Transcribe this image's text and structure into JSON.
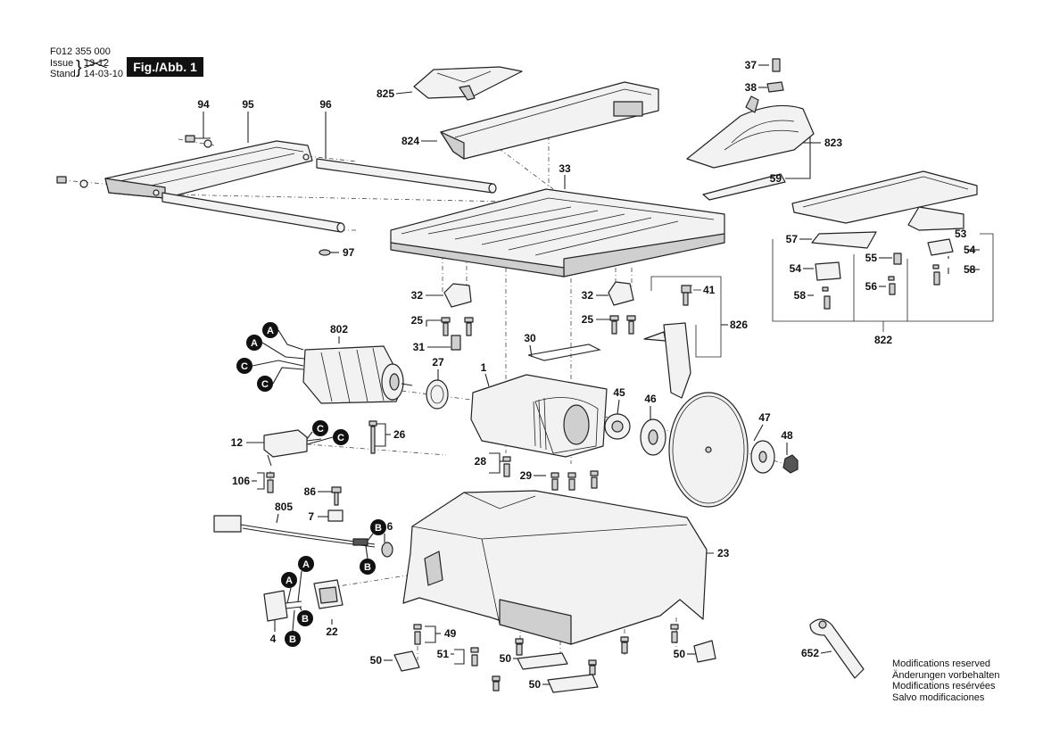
{
  "header": {
    "doc_number": "F012 355 000",
    "issue_label": "Issue",
    "stand_label": "Stand",
    "issue_value": "13-12",
    "stand_value": "14-03-10",
    "figure_badge": "Fig./Abb. 1"
  },
  "notice": [
    "Modifications reserved",
    "Änderungen vorbehalten",
    "Modifications resérvées",
    "Salvo modificaciones"
  ],
  "part_labels": [
    {
      "text": "94"
    },
    {
      "text": "95"
    },
    {
      "text": "96"
    },
    {
      "text": "97"
    },
    {
      "text": "825"
    },
    {
      "text": "824"
    },
    {
      "text": "33"
    },
    {
      "text": "37"
    },
    {
      "text": "38"
    },
    {
      "text": "823"
    },
    {
      "text": "59"
    },
    {
      "text": "53"
    },
    {
      "text": "54"
    },
    {
      "text": "57"
    },
    {
      "text": "54"
    },
    {
      "text": "55"
    },
    {
      "text": "56"
    },
    {
      "text": "58"
    },
    {
      "text": "58"
    },
    {
      "text": "822"
    },
    {
      "text": "32"
    },
    {
      "text": "32"
    },
    {
      "text": "41"
    },
    {
      "text": "25"
    },
    {
      "text": "25"
    },
    {
      "text": "826"
    },
    {
      "text": "802"
    },
    {
      "text": "31"
    },
    {
      "text": "30"
    },
    {
      "text": "27"
    },
    {
      "text": "1"
    },
    {
      "text": "45"
    },
    {
      "text": "46"
    },
    {
      "text": "47"
    },
    {
      "text": "48"
    },
    {
      "text": "12"
    },
    {
      "text": "26"
    },
    {
      "text": "28"
    },
    {
      "text": "29"
    },
    {
      "text": "106"
    },
    {
      "text": "86"
    },
    {
      "text": "805"
    },
    {
      "text": "7"
    },
    {
      "text": "6"
    },
    {
      "text": "23"
    },
    {
      "text": "4"
    },
    {
      "text": "22"
    },
    {
      "text": "49"
    },
    {
      "text": "51"
    },
    {
      "text": "50"
    },
    {
      "text": "50"
    },
    {
      "text": "50"
    },
    {
      "text": "50"
    },
    {
      "text": "652"
    }
  ],
  "connector_badges": [
    {
      "letter": "A"
    },
    {
      "letter": "A"
    },
    {
      "letter": "C"
    },
    {
      "letter": "C"
    },
    {
      "letter": "C"
    },
    {
      "letter": "C"
    },
    {
      "letter": "B"
    },
    {
      "letter": "B"
    },
    {
      "letter": "A"
    },
    {
      "letter": "A"
    },
    {
      "letter": "B"
    },
    {
      "letter": "B"
    }
  ]
}
